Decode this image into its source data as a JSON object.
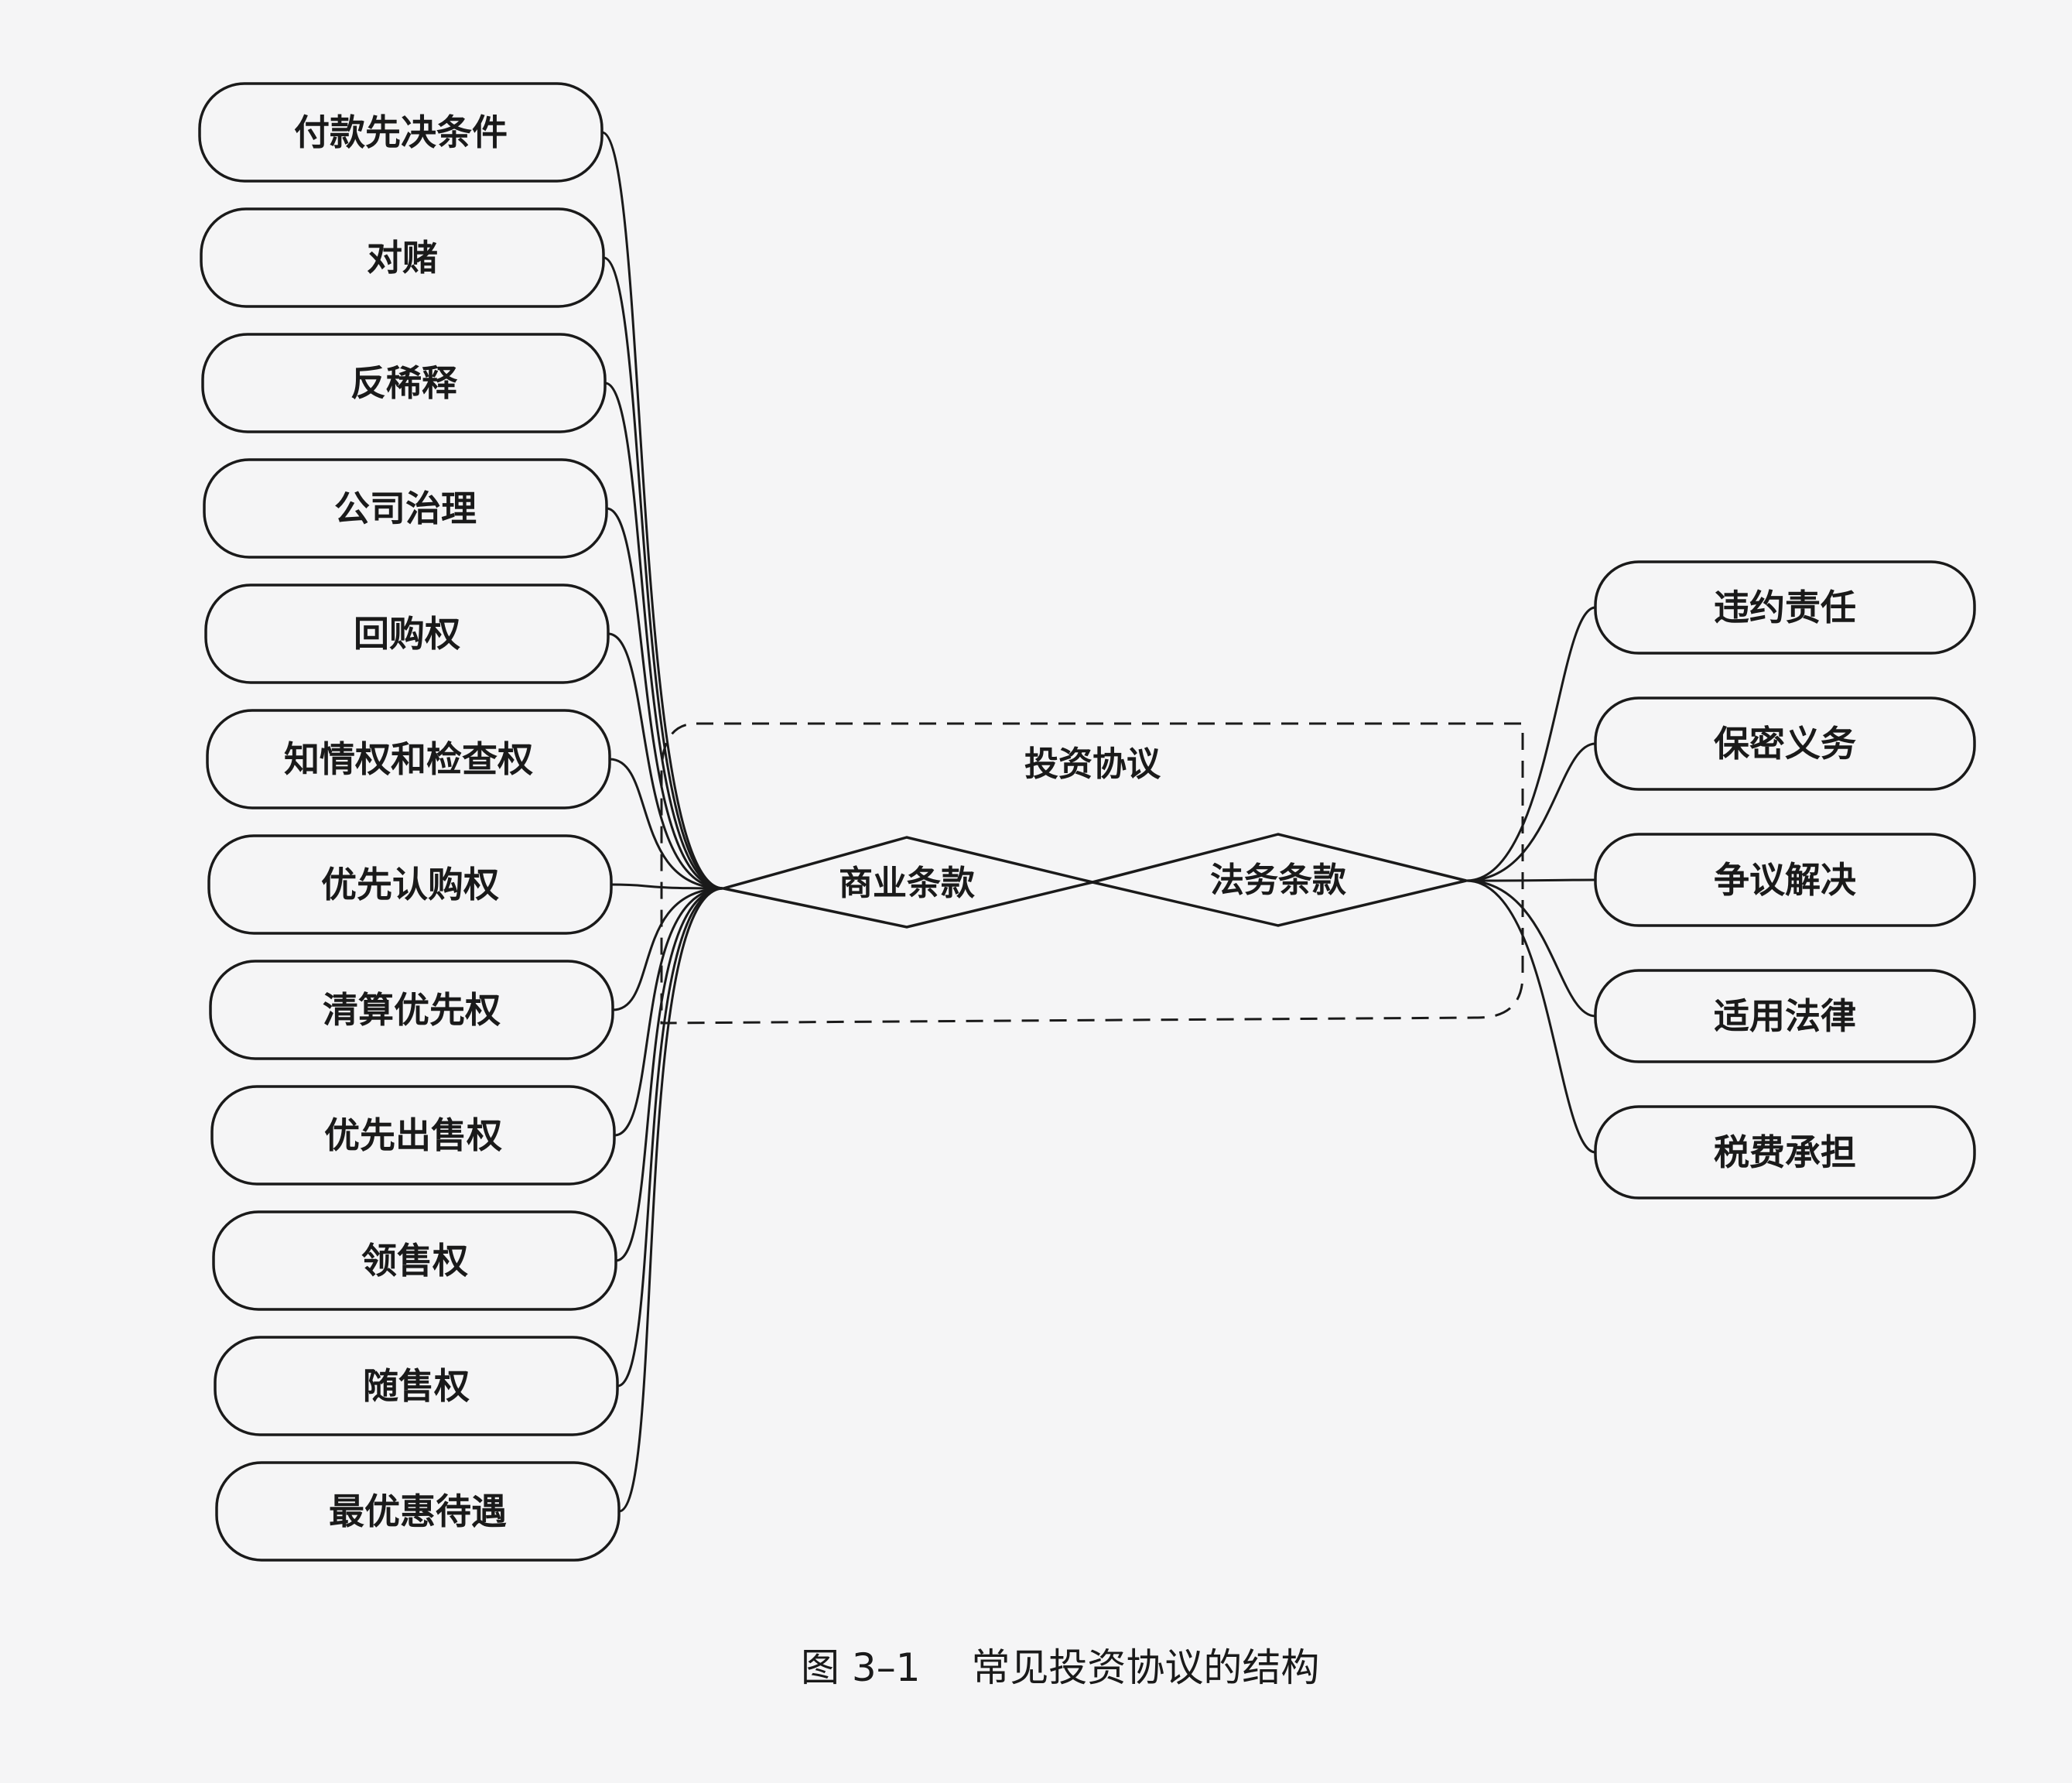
{
  "diagram": {
    "title": "投资协议",
    "commercial_label": "商业条款",
    "legal_label": "法务条款",
    "left_items": [
      "付款先决条件",
      "对赌",
      "反稀释",
      "公司治理",
      "回购权",
      "知情权和检查权",
      "优先认购权",
      "清算优先权",
      "优先出售权",
      "领售权",
      "随售权",
      "最优惠待遇"
    ],
    "right_items": [
      "违约责任",
      "保密义务",
      "争议解决",
      "适用法律",
      "税费承担"
    ]
  },
  "caption": {
    "figure_number": "图 3–1",
    "text": "常见投资协议的结构"
  },
  "colors": {
    "ink": "#1a1a1a",
    "paper": "#f5f5f6"
  }
}
